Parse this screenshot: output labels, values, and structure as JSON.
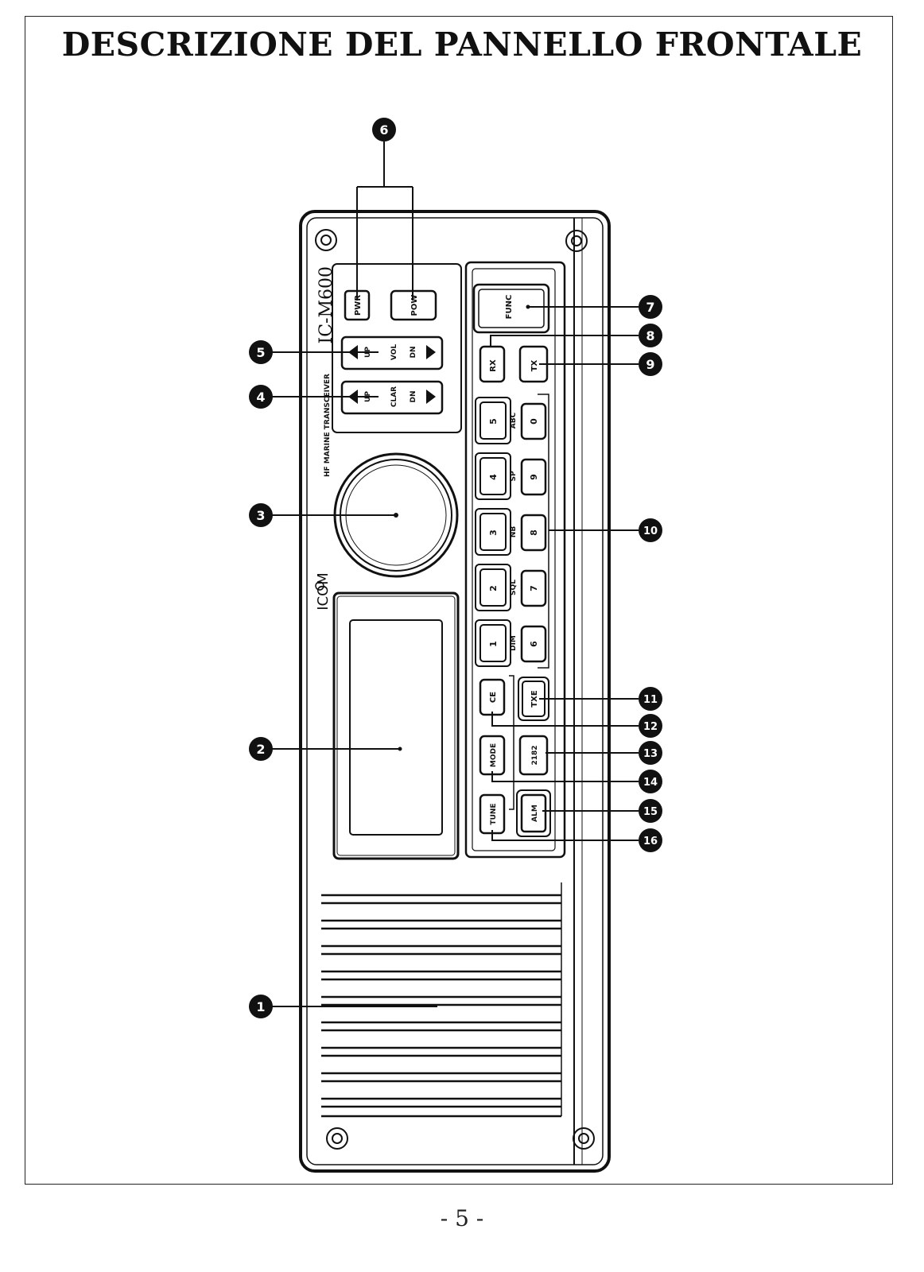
{
  "page": {
    "title": "DESCRIZIONE DEL PANNELLO FRONTALE",
    "page_number": "- 5 -"
  },
  "device": {
    "model": "IC-M600",
    "subtitle": "HF MARINE TRANSCEIVER",
    "brand": "ICOM"
  },
  "controls": {
    "pwr": "PWR",
    "pow": "POW",
    "vol_label": "VOL",
    "clar_label": "CLAR",
    "up": "UP",
    "dn": "DN",
    "func": "FUNC",
    "rx": "RX",
    "tx": "TX",
    "txe": "TXE",
    "ce": "CE",
    "mode": "MODE",
    "chan2182": "2182",
    "tune": "TUNE",
    "alm": "ALM",
    "keys": [
      {
        "top": "5",
        "bottom": "0",
        "group": "ABC"
      },
      {
        "top": "4",
        "bottom": "9",
        "group": "SP"
      },
      {
        "top": "3",
        "bottom": "8",
        "group": "NB"
      },
      {
        "top": "2",
        "bottom": "7",
        "group": "SQL"
      },
      {
        "top": "1",
        "bottom": "6",
        "group": "DIM"
      }
    ]
  },
  "callouts": [
    "1",
    "2",
    "3",
    "4",
    "5",
    "6",
    "7",
    "8",
    "9",
    "10",
    "11",
    "12",
    "13",
    "14",
    "15",
    "16"
  ]
}
